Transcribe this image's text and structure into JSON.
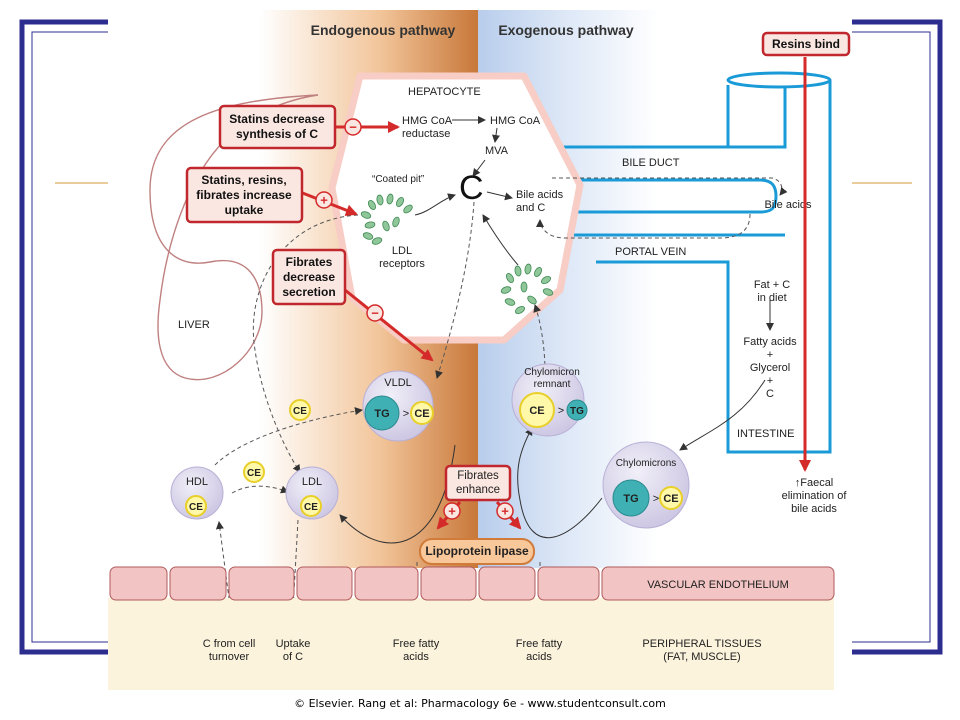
{
  "headers": {
    "endogenous": "Endogenous pathway",
    "exogenous": "Exogenous pathway"
  },
  "hepatocyte": {
    "title": "HEPATOCYTE",
    "hmg_reductase": [
      "HMG CoA",
      "reductase"
    ],
    "hmg_coa": "HMG CoA",
    "mva": "MVA",
    "cholesterol": "C",
    "coated_pit": "“Coated pit”",
    "ldl_receptors": [
      "LDL",
      "receptors"
    ],
    "bile_acids_and_c": [
      "Bile acids",
      "and C"
    ]
  },
  "labels": {
    "liver": "LIVER",
    "bile_duct": "BILE DUCT",
    "portal_vein": "PORTAL VEIN",
    "bile_acids": "Bile acids",
    "fat_c_diet": [
      "Fat + C",
      "in diet"
    ],
    "fatty_acids_glycerol": [
      "Fatty acids",
      "+",
      "Glycerol",
      "+",
      "C"
    ],
    "intestine": "INTESTINE",
    "faecal": [
      "↑Faecal",
      "elimination of",
      "bile acids"
    ],
    "vascular_endothelium": "VASCULAR ENDOTHELIUM",
    "peripheral": [
      "PERIPHERAL TISSUES",
      "(FAT, MUSCLE)"
    ],
    "c_from_cell": [
      "C from cell",
      "turnover"
    ],
    "uptake_of_c": [
      "Uptake",
      "of C"
    ],
    "free_fatty_1": [
      "Free fatty",
      "acids"
    ],
    "free_fatty_2": [
      "Free fatty",
      "acids"
    ]
  },
  "callouts": {
    "resins_bind": "Resins bind",
    "statins_decrease": [
      "Statins decrease",
      "synthesis of C"
    ],
    "statins_resins_fibrates": [
      "Statins, resins,",
      "fibrates increase",
      "uptake"
    ],
    "fibrates_decrease": [
      "Fibrates",
      "decrease",
      "secretion"
    ],
    "fibrates_enhance": [
      "Fibrates",
      "enhance"
    ]
  },
  "signs": {
    "minus": "−",
    "plus": "+"
  },
  "lipoproteins": {
    "vldl": {
      "name": "VLDL",
      "left": "TG",
      "op": ">",
      "right": "CE"
    },
    "chylomicron_remnant": {
      "name": [
        "Chylomicron",
        "remnant"
      ],
      "left": "CE",
      "op": ">",
      "right": "TG"
    },
    "chylomicrons": {
      "name": "Chylomicrons",
      "left": "TG",
      "op": ">",
      "right": "CE"
    },
    "hdl": {
      "name": "HDL",
      "inner": "CE"
    },
    "ldl": {
      "name": "LDL",
      "inner": "CE"
    },
    "ce_chip": "CE"
  },
  "lipoprotein_lipase": "Lipoprotein lipase",
  "credit": "© Elsevier. Rang et al: Pharmacology 6e - www.studentconsult.com",
  "colors": {
    "frame": "#2c2d8f",
    "arrow_red": "#d42a2a",
    "callout_border": "#c0282d",
    "callout_fill": "#fbe7e1",
    "bile_blue": "#1a9bd7",
    "liver_outline": "#c08080",
    "endothelium": "#f3c4c4",
    "peripheral_fill": "#fbf3dc",
    "lipoprotein_fill": "#dcd8ec",
    "tg_fill": "#3fb0b4",
    "ce_fill": "#fff8a8",
    "ce_stroke": "#e8cf2a",
    "receptor_green": "#8fc69a",
    "endo_band": "#c8783a",
    "exo_band": "#b8cdec"
  }
}
